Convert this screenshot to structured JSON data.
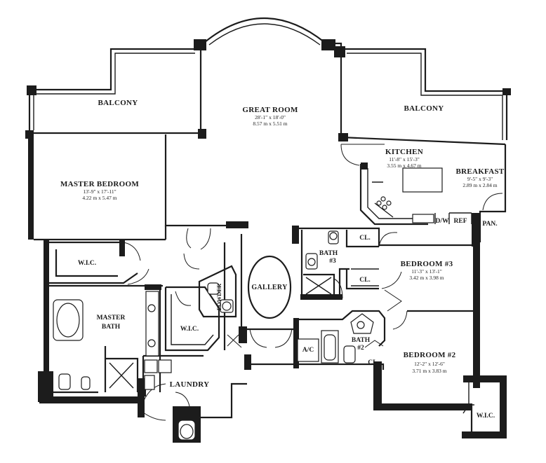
{
  "rooms": {
    "great_room": {
      "name": "GREAT ROOM",
      "dim_imperial": "28'-1\" x 18'-0\"",
      "dim_metric": "8.57 m x 5.51 m"
    },
    "balcony_left": {
      "name": "BALCONY"
    },
    "balcony_right": {
      "name": "BALCONY"
    },
    "master_bedroom": {
      "name": "MASTER BEDROOM",
      "dim_imperial": "13'-9\" x 17'-11\"",
      "dim_metric": "4.22 m x 5.47 m"
    },
    "kitchen": {
      "name": "KITCHEN",
      "dim_imperial": "11'-8\" x 15'-3\"",
      "dim_metric": "3.55 m x 4.67 m"
    },
    "breakfast": {
      "name": "BREAKFAST",
      "dim_imperial": "9'-5\" x 9'-3\"",
      "dim_metric": "2.89 m x 2.84 m"
    },
    "bedroom3": {
      "name": "BEDROOM #3",
      "dim_imperial": "11'-3\" x 13'-1\"",
      "dim_metric": "3.42 m x 3.98 m"
    },
    "bedroom2": {
      "name": "BEDROOM #2",
      "dim_imperial": "12'-2\" x 12'-6\"",
      "dim_metric": "3.71 m x 3.83 m"
    },
    "master_bath": {
      "name": "MASTER",
      "name2": "BATH"
    },
    "wic_master": {
      "name": "W.I.C."
    },
    "wic_bath": {
      "name": "W.I.C."
    },
    "wic_bed2": {
      "name": "W.I.C."
    },
    "gallery": {
      "name": "GALLERY"
    },
    "powder": {
      "name": "POWDER"
    },
    "laundry": {
      "name": "LAUNDRY"
    },
    "bath3": {
      "name": "BATH",
      "number": "#3"
    },
    "bath2": {
      "name": "BATH",
      "number": "#2"
    }
  },
  "fixtures": {
    "cl_top": "CL.",
    "cl_mid": "CL.",
    "cl_bath2": "CL.",
    "ac": "A/C",
    "dw": "D/W",
    "ref": "REF",
    "pantry": "PAN."
  }
}
